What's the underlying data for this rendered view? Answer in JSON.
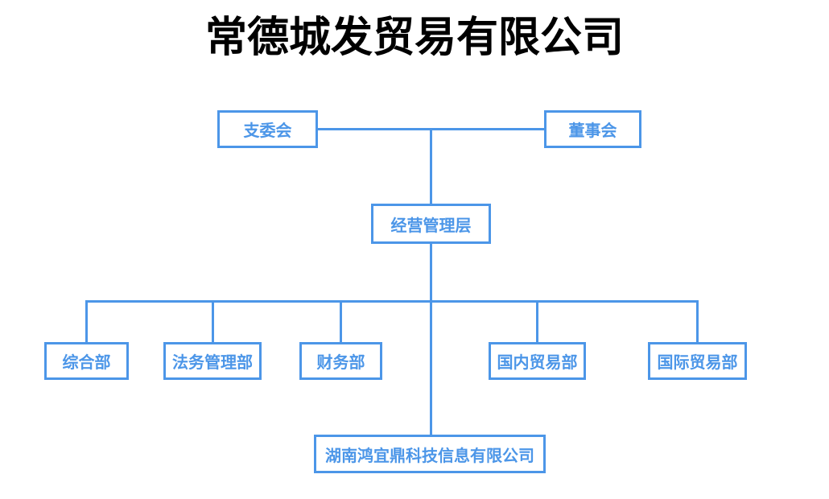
{
  "title": "常德城发贸易有限公司",
  "colors": {
    "accent": "#4C96E8"
  },
  "org": {
    "committee": {
      "label": "支委会"
    },
    "board": {
      "label": "董事会"
    },
    "management": {
      "label": "经营管理层"
    },
    "departments": [
      {
        "label": "综合部"
      },
      {
        "label": "法务管理部"
      },
      {
        "label": "财务部"
      },
      {
        "label": "国内贸易部"
      },
      {
        "label": "国际贸易部"
      }
    ],
    "subsidiary": {
      "label": "湖南鸿宜鼎科技信息有限公司"
    }
  }
}
